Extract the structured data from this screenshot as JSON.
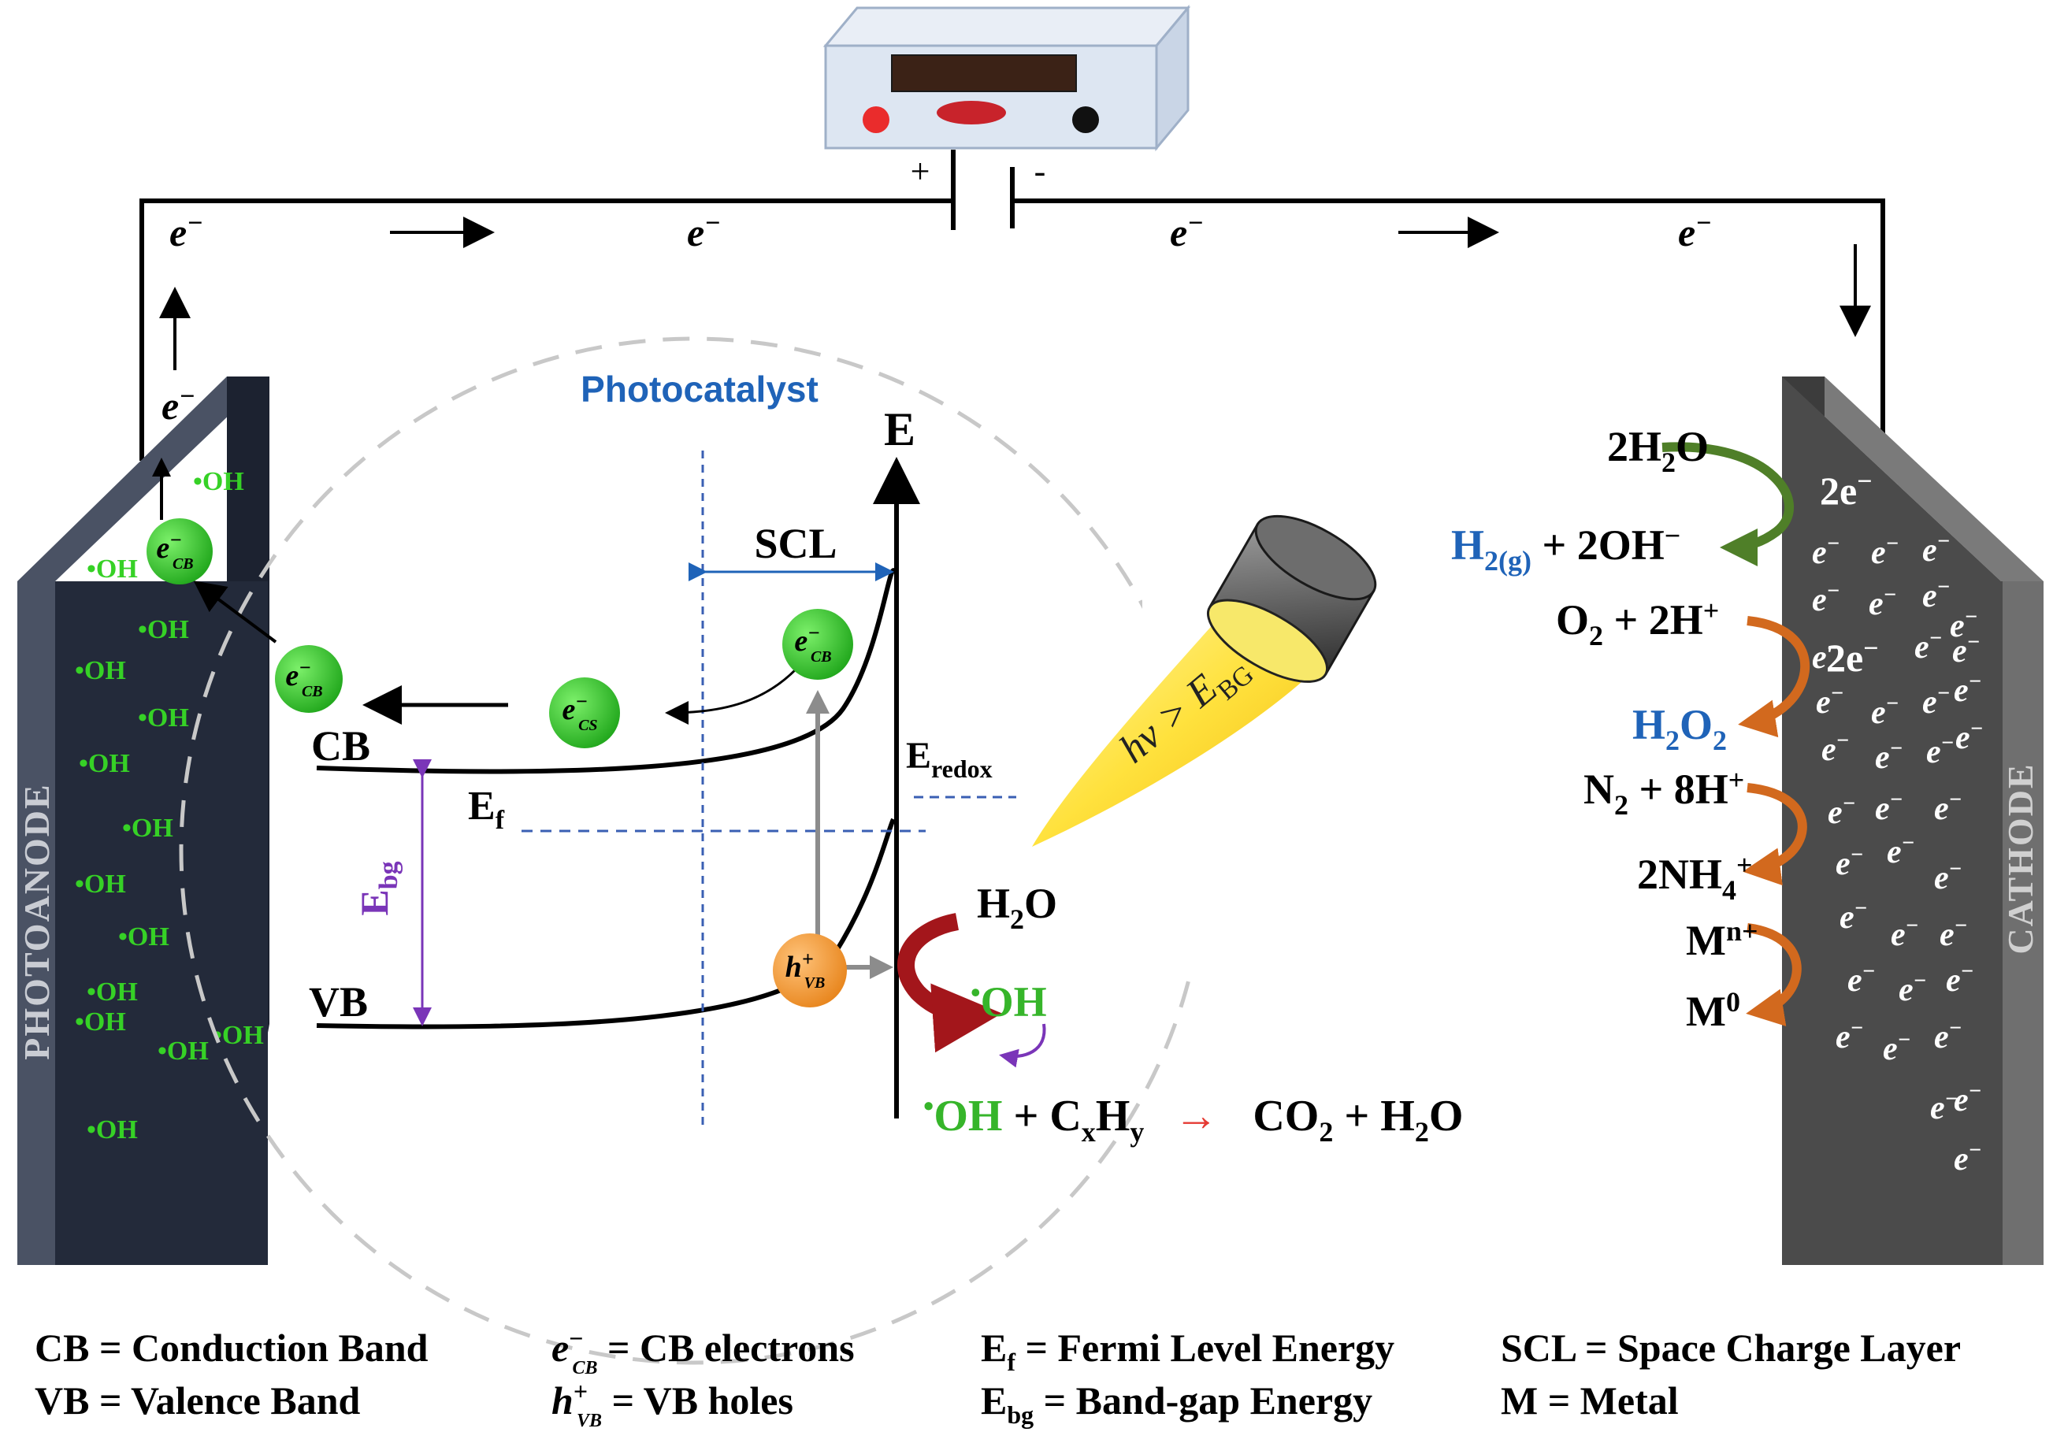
{
  "power_supply": {
    "plus": "+",
    "minus": "-"
  },
  "circuit": {
    "electron_labels": [
      {
        "main": "e",
        "sup": "−"
      },
      {
        "main": "e",
        "sup": "−"
      },
      {
        "main": "e",
        "sup": "−"
      },
      {
        "main": "e",
        "sup": "−"
      },
      {
        "main": "e",
        "sup": "−"
      }
    ]
  },
  "photoanode": {
    "label": "PHOTOANODE",
    "radical": {
      "dot": "•",
      "text": "OH"
    },
    "radical_count": 14
  },
  "cathode": {
    "label": "CATHODE",
    "electron": {
      "main": "e",
      "sup": "−"
    },
    "electron_count": 36
  },
  "band_diagram": {
    "title": "Photocatalyst",
    "energy_axis": "E",
    "scl": "SCL",
    "cb": "CB",
    "vb": "VB",
    "ef": {
      "main": "E",
      "sub": "f"
    },
    "ebg": {
      "main": "E",
      "sub": "bg"
    },
    "eredox": {
      "main": "E",
      "sub": "redox"
    },
    "e_cb": {
      "main": "e",
      "sup": "−",
      "sub": "CB"
    },
    "e_cs": {
      "main": "e",
      "sup": "−",
      "sub": "CS"
    },
    "h_vb": {
      "main": "h",
      "sup": "+",
      "sub": "VB"
    }
  },
  "light_source": {
    "label": "hv > E",
    "sub": "BG"
  },
  "anode_reactions": {
    "water": {
      "main": "H",
      "sub": "2",
      "tail": "O"
    },
    "oh_radical": {
      "dot": "•",
      "text": "OH"
    },
    "degradation": {
      "oh_dot": "•",
      "oh": "OH",
      "plus1": " + C",
      "x": "x",
      "h": "H",
      "y": "y",
      "arrow": "→",
      "co2_a": "CO",
      "co2_sub": "2",
      "plus2": " + H",
      "h2o_sub": "2",
      "h2o_tail": "O"
    }
  },
  "cathode_reactions": {
    "r1_reactant": {
      "a": "2H",
      "sub": "2",
      "b": "O"
    },
    "r1_e": {
      "a": "2e",
      "sup": "−"
    },
    "r1_product": {
      "a": "H",
      "sub": "2(g)",
      "b": " + 2OH",
      "sup": "−"
    },
    "r2_reactant": {
      "a": "O",
      "sub": "2",
      "b": " + 2H",
      "sup": "+"
    },
    "r2_e": {
      "a": "2e",
      "sup": "−"
    },
    "r2_product": {
      "a": "H",
      "sub1": "2",
      "b": "O",
      "sub2": "2"
    },
    "r3_reactant": {
      "a": "N",
      "sub": "2",
      "b": " + 8H",
      "sup": "+"
    },
    "r3_product": {
      "a": "2NH",
      "sub": "4",
      "sup": "+"
    },
    "r4_reactant": {
      "a": "M",
      "sup": "n+"
    },
    "r4_product": {
      "a": "M",
      "sup": "0"
    }
  },
  "legend": {
    "col1": [
      "CB = Conduction Band",
      "VB = Valence Band"
    ],
    "ecb_sym": {
      "main": "e",
      "sup": "−",
      "sub": "CB"
    },
    "ecb_text": " = CB electrons",
    "hvb_sym": {
      "main": "h",
      "sup": "+",
      "sub": "VB"
    },
    "hvb_text": " = VB holes",
    "ef_sym": {
      "main": "E",
      "sub": "f"
    },
    "ef_text": " = Fermi Level Energy",
    "ebg_sym": {
      "main": "E",
      "sub": "bg"
    },
    "ebg_text": " = Band-gap Energy",
    "col4": [
      "SCL = Space Charge Layer",
      "M = Metal"
    ]
  },
  "colors": {
    "anode_face": "#232a3a",
    "anode_edge": "#4a5264",
    "cathode_face": "#4b4b4b",
    "cathode_edge": "#7a7a7a",
    "radical_green": "#36d126",
    "electron_green": "#37c934",
    "hole_orange": "#f5a13d",
    "blue_label": "#1f63b8",
    "purple": "#7a35b8",
    "dark_red": "#a3161b",
    "orange_arrow": "#d2691e",
    "olive_arrow": "#4f7f28"
  }
}
